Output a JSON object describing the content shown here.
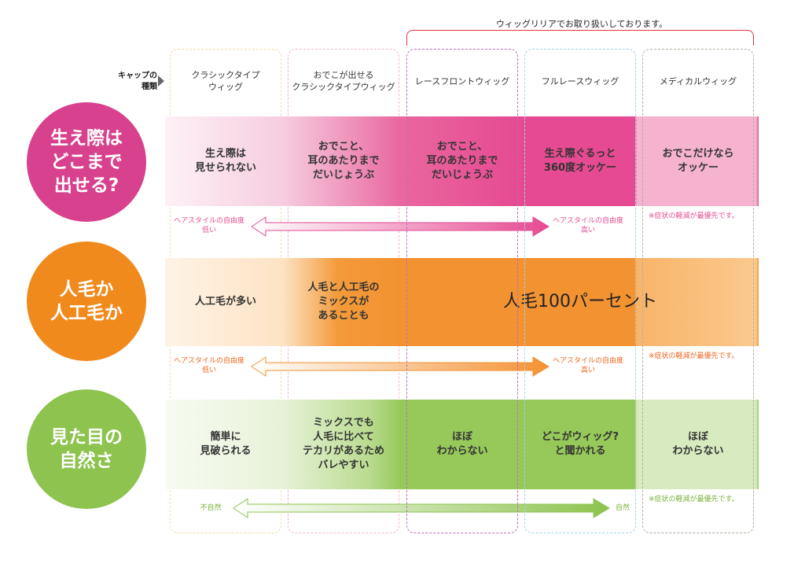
{
  "header": {
    "bracket_label": "ウィッグリリアでお取り扱いしております。",
    "cap_label_line1": "キャップの",
    "cap_label_line2": "種類"
  },
  "columns": [
    {
      "line1": "クラシックタイプ",
      "line2": "ウィッグ",
      "color": "#f3dca6"
    },
    {
      "line1": "おでこが出せる",
      "line2": "クラシックタイプウィッグ",
      "color": "#f4b6cf"
    },
    {
      "line1": "レースフロントウィッグ",
      "line2": "",
      "color": "#b86fb6"
    },
    {
      "line1": "フルレースウィッグ",
      "line2": "",
      "color": "#9fd3ea"
    },
    {
      "line1": "メディカルウィッグ",
      "line2": "",
      "color": "#b3ad9f"
    }
  ],
  "rows": [
    {
      "question": "生え際は\nどこまで\n出せる?",
      "color": "#d8418d",
      "cells": [
        "生え際は\n見せられない",
        "おでこと、\n耳のあたりまで\nだいじょうぶ",
        "おでこと、\n耳のあたりまで\nだいじょうぶ",
        "生え際ぐるっと\n360度オッケー",
        "おでこだけなら\nオッケー"
      ],
      "arrow_left": "ヘアスタイルの自由度\n低い",
      "arrow_right": "ヘアスタイルの自由度\n高い",
      "note": "※症状の軽減が最優先です。"
    },
    {
      "question": "人毛か\n人工毛か",
      "color": "#f08a1c",
      "cells": [
        "人工毛が多い",
        "人毛と人工毛の\nミックスが\nあることも",
        "人毛100パーセント"
      ],
      "arrow_left": "ヘアスタイルの自由度\n低い",
      "arrow_right": "ヘアスタイルの自由度\n高い",
      "note": "※症状の軽減が最優先です。"
    },
    {
      "question": "見た目の\n自然さ",
      "color": "#8dc34e",
      "cells": [
        "簡単に\n見破られる",
        "ミックスでも\n人毛に比べて\nテカリがあるため\nバレやすい",
        "ほぼ\nわからない",
        "どこがウィッグ?\nと聞かれる",
        "ほぼ\nわからない"
      ],
      "arrow_left": "不自然",
      "arrow_right": "自然",
      "note": "※症状の軽減が最優先です。"
    }
  ]
}
